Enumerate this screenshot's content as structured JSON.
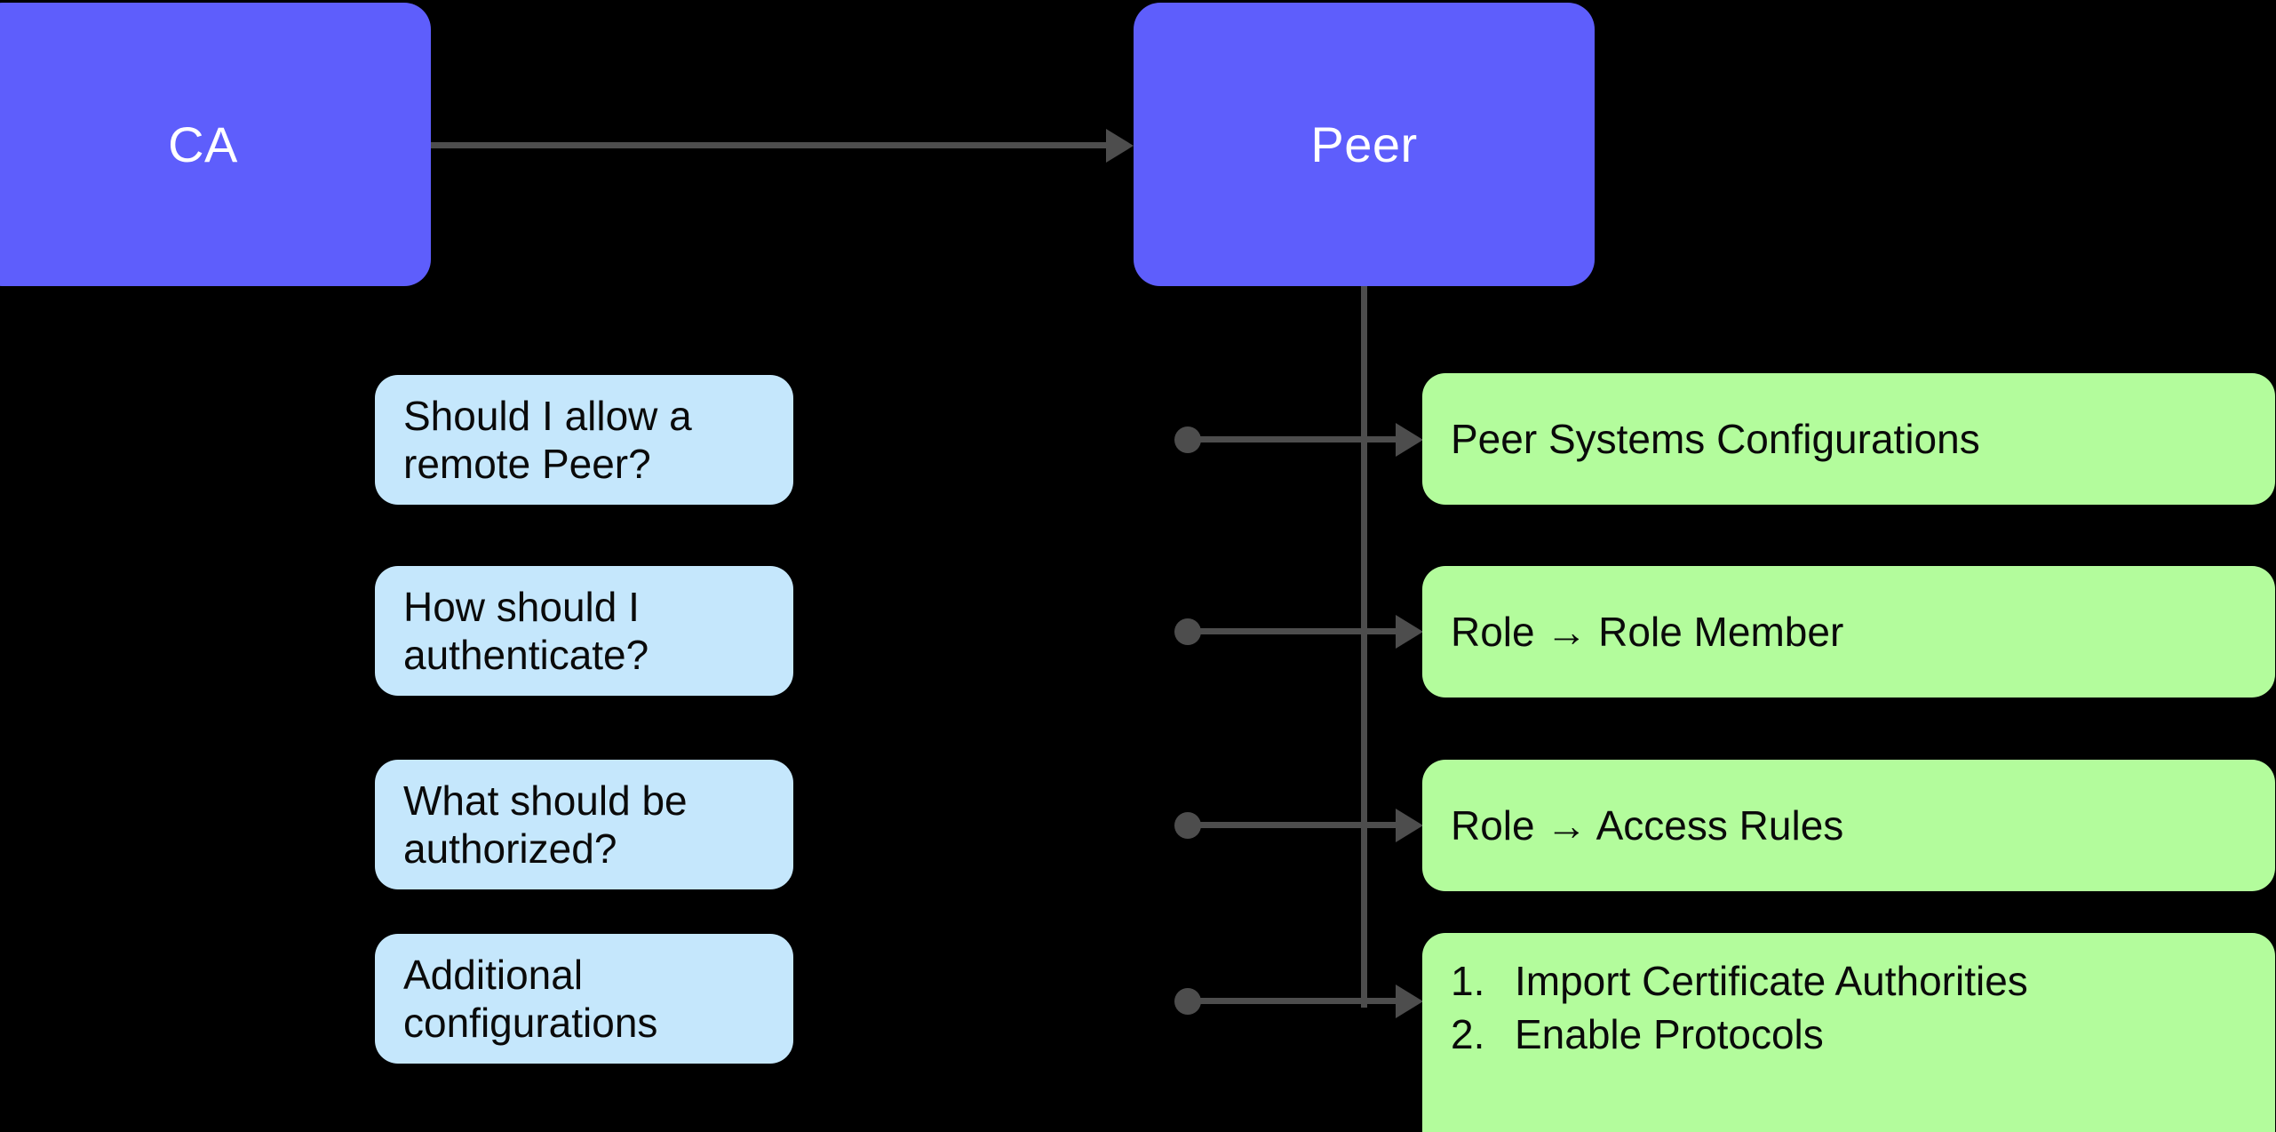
{
  "diagram": {
    "title_nodes": {
      "ca": "CA",
      "peer": "Peer"
    },
    "questions": [
      {
        "id": "q1",
        "label": "Should I allow a remote Peer?"
      },
      {
        "id": "q2",
        "label": "How should I authenticate?"
      },
      {
        "id": "q3",
        "label": "What should be authorized?"
      },
      {
        "id": "q4",
        "label": "Additional configurations"
      }
    ],
    "answers": [
      {
        "id": "a1",
        "label": "Peer Systems Configurations"
      },
      {
        "id": "a2",
        "label": "Role → Role Member"
      },
      {
        "id": "a3",
        "label": "Role → Access Rules"
      },
      {
        "id": "a4",
        "items": [
          {
            "marker": "1.",
            "label": "Import Certificate Authorities"
          },
          {
            "marker": "2.",
            "label": "Enable Protocols"
          }
        ]
      }
    ],
    "colors": {
      "background": "#000000",
      "node_primary": "#5E5EFC",
      "node_primary_text": "#FFFFFF",
      "node_question": "#C5E7FC",
      "node_answer": "#B3FC9C",
      "node_secondary_text": "#0A0A0A",
      "connector": "#4D4D4D"
    }
  }
}
